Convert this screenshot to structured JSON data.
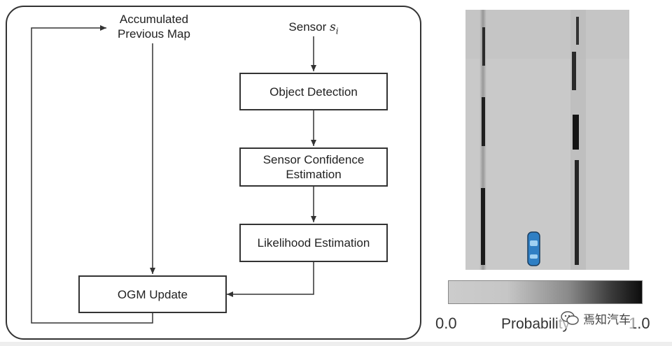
{
  "diagram": {
    "accumulated_map_label": "Accumulated\nPrevious Map",
    "sensor_prefix": "Sensor ",
    "sensor_symbol": "s",
    "sensor_subscript": "i",
    "nodes": {
      "object_detection": "Object Detection",
      "sensor_confidence": "Sensor Confidence Estimation",
      "likelihood": "Likelihood Estimation",
      "ogm_update": "OGM Update"
    }
  },
  "colorbar": {
    "min_label": "0.0",
    "max_label": "1.0",
    "title": "Probability"
  },
  "watermark": {
    "text": "焉知汽车",
    "icon": "wechat-icon"
  },
  "colors": {
    "stroke": "#333333",
    "map_background": "#c9c9c9",
    "car": "#2f7fc4"
  }
}
